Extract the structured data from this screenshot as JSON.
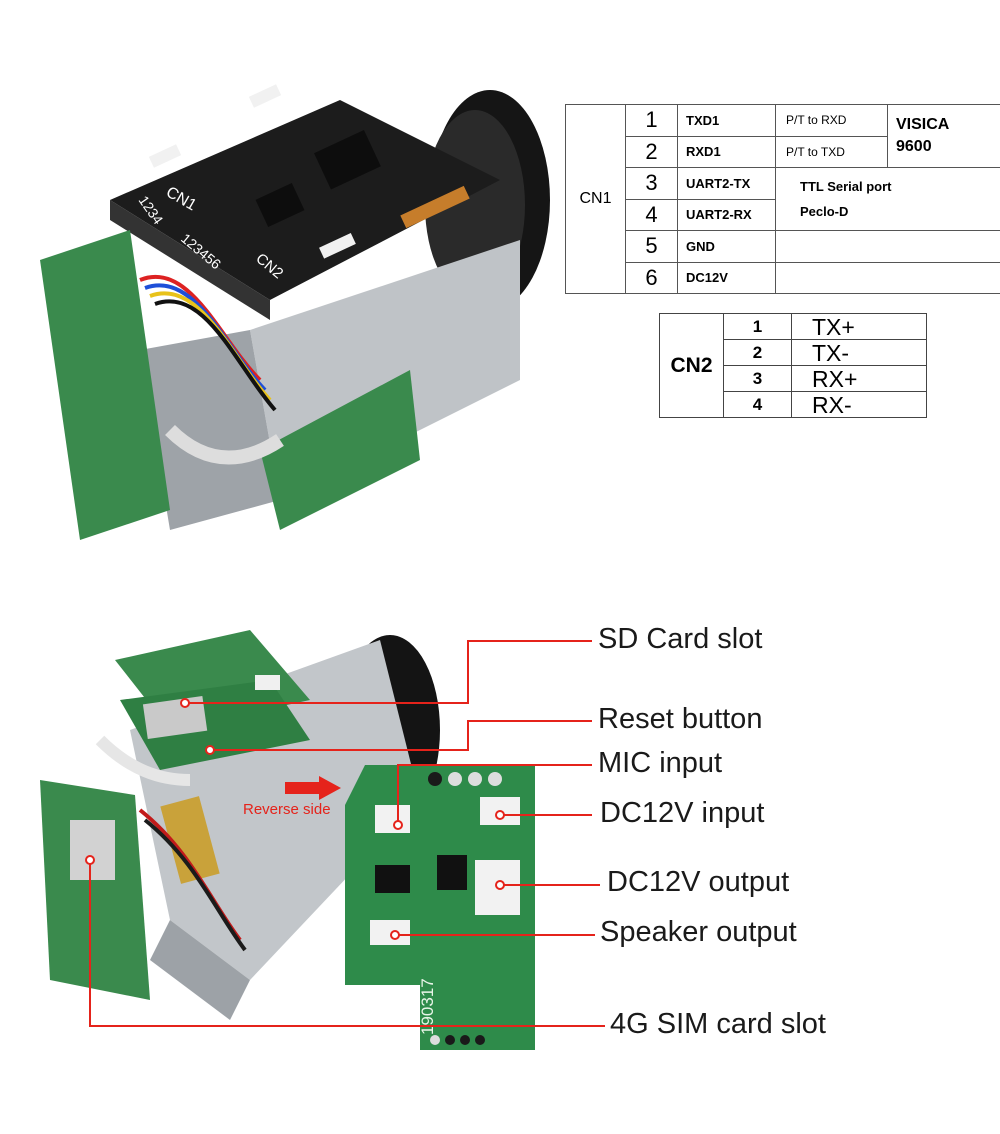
{
  "cn1": {
    "label": "CN1",
    "rows": [
      {
        "num": "1",
        "signal": "TXD1",
        "desc": "P/T to RXD"
      },
      {
        "num": "2",
        "signal": "RXD1",
        "desc": "P/T to TXD"
      },
      {
        "num": "3",
        "signal": "UART2-TX",
        "desc": ""
      },
      {
        "num": "4",
        "signal": "UART2-RX",
        "desc": ""
      },
      {
        "num": "5",
        "signal": "GND",
        "desc": ""
      },
      {
        "num": "6",
        "signal": "DC12V",
        "desc": ""
      }
    ],
    "note_line1": "VISICA",
    "note_line2": "9600",
    "ttl_line1": "TTL Serial port",
    "ttl_line2": "Peclo-D"
  },
  "cn2": {
    "label": "CN2",
    "rows": [
      {
        "num": "1",
        "pin": "TX+"
      },
      {
        "num": "2",
        "pin": "TX-"
      },
      {
        "num": "3",
        "pin": "RX+"
      },
      {
        "num": "4",
        "pin": "RX-"
      }
    ]
  },
  "board_silkscreen": {
    "cn1": "CN1",
    "cn2": "CN2",
    "pins_cn1": "1234",
    "pins_cn2": "123456",
    "board_date": "190317"
  },
  "callouts": {
    "sd_card_slot": "SD Card slot",
    "reset_button": "Reset button",
    "mic_input": "MIC input",
    "dc12v_input": "DC12V input",
    "dc12v_output": "DC12V output",
    "speaker_output": "Speaker output",
    "sim_card_slot": "4G SIM card slot"
  },
  "reverse_side_label": "Reverse side",
  "colors": {
    "callout_line": "#e5231b",
    "pcb_green": "#2e8b4a",
    "pcb_black": "#1c1c1c",
    "metal": "#b8bcc0"
  }
}
